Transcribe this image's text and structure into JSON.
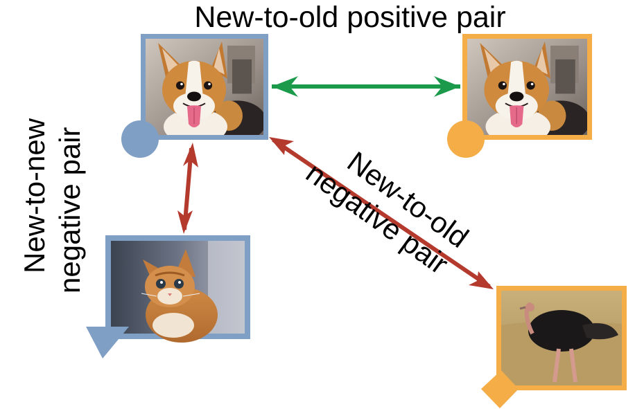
{
  "labels": {
    "positive_pair": "New-to-old positive pair",
    "new_new_line1": "New-to-new",
    "new_new_line2": "negative pair",
    "new_old_line1": "New-to-old",
    "new_old_line2": "negative pair"
  },
  "nodes": {
    "anchor_dog": {
      "subject": "corgi dog",
      "frame_color": "#7f9fc4",
      "marker": "circle"
    },
    "old_dog": {
      "subject": "corgi dog",
      "frame_color": "#f5ad48",
      "marker": "circle"
    },
    "cat": {
      "subject": "kitten",
      "frame_color": "#7f9fc4",
      "marker": "triangle"
    },
    "ostrich": {
      "subject": "ostrich",
      "frame_color": "#f5ad48",
      "marker": "diamond"
    }
  },
  "colors": {
    "new_model": "#7f9fc4",
    "old_model": "#f5ad48",
    "positive_arrow": "#1a9a4a",
    "negative_arrow": "#b43a2e"
  }
}
